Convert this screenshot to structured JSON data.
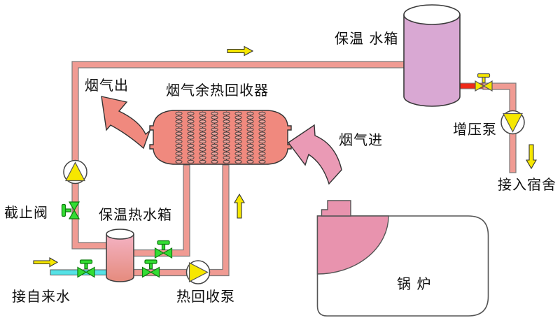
{
  "diagram": {
    "type": "process-flow-diagram",
    "labels": {
      "flue_gas_out": "烟气出",
      "heat_recovery_unit": "烟气余热回收器",
      "insulated_water_tank": "保温 水箱",
      "flue_gas_in": "烟气进",
      "booster_pump": "增压泵",
      "to_dormitory": "接入宿舍",
      "boiler": "锅 炉",
      "stop_valve": "截止阀",
      "insulated_hot_water_tank": "保温热水箱",
      "tap_water_inlet": "接自来水",
      "heat_recovery_pump": "热回收泵"
    },
    "icons": [
      {
        "name": "pump-up-icon",
        "meaning": "circulation pump, flow upward"
      },
      {
        "name": "pump-right-icon",
        "meaning": "heat recovery pump, flow right"
      },
      {
        "name": "pump-down-icon",
        "meaning": "booster pump, flow downward"
      },
      {
        "name": "stop-valve-icon",
        "meaning": "green stop valve on vertical pipe"
      },
      {
        "name": "green-valve-icon",
        "meaning": "green gate valves on horizontal pipes"
      },
      {
        "name": "yellow-valve-icon",
        "meaning": "yellow valve at tank outlet"
      },
      {
        "name": "flow-arrow-right-icon",
        "meaning": "flow direction right"
      },
      {
        "name": "flow-arrow-up-icon",
        "meaning": "flow direction up"
      },
      {
        "name": "flow-arrow-down-icon",
        "meaning": "flow direction down"
      },
      {
        "name": "flue-gas-out-arrow-icon",
        "meaning": "curved arrow, flue gas leaving"
      },
      {
        "name": "flue-gas-in-arrow-icon",
        "meaning": "curved arrow, flue gas entering"
      }
    ],
    "colors": {
      "pipe_salmon": "#F09B93",
      "tap_water_pipe_cyan": "#55E2E6",
      "hot_outlet_pipe_red": "#EE2B19",
      "water_tank_plum": "#D9A8D3",
      "hot_water_tank_top": "#F4B3C4",
      "hot_water_tank_bottom": "#E58B7D",
      "exchanger_salmon": "#F0897E",
      "flue_gas_pink": "#EA9AB5",
      "boiler_flame_pink": "#E893AE",
      "valve_green": "#33DD33",
      "accent_yellow": "#F6E700"
    }
  }
}
